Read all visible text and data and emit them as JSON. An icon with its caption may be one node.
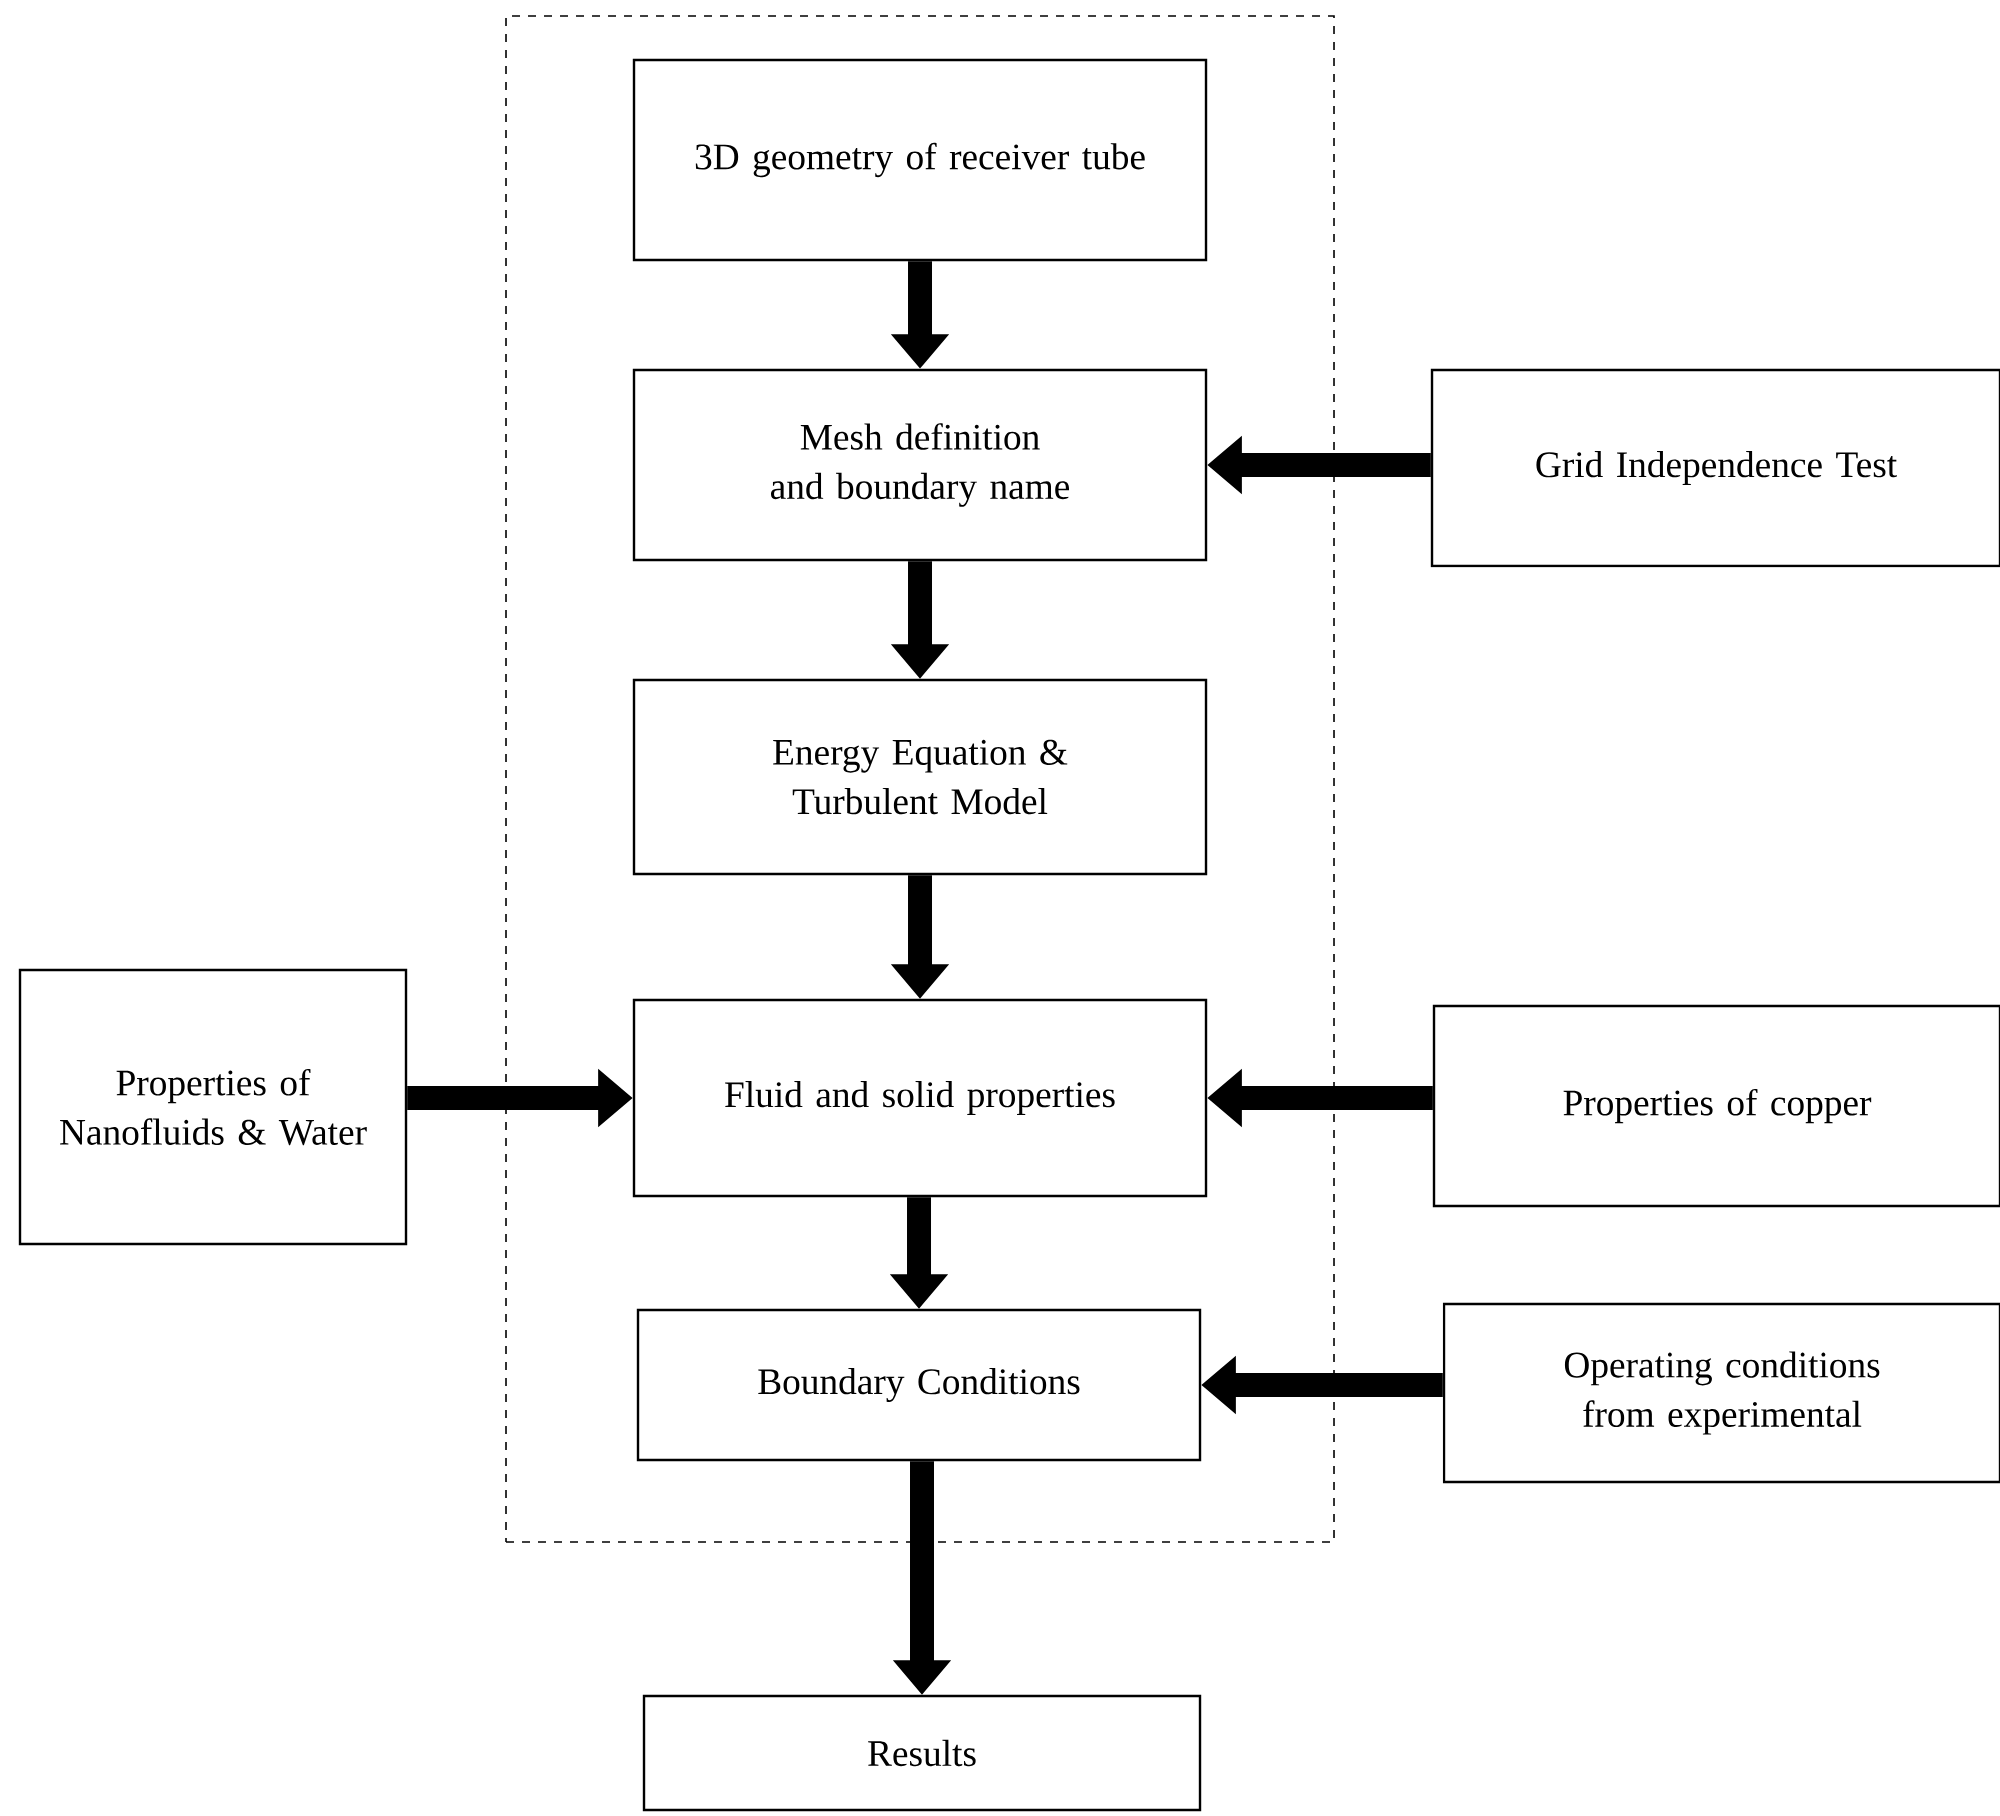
{
  "diagram": {
    "nodes": [
      {
        "text": [],
        "shape": "box"
      },
      {
        "text": [
          "3D geometry of receiver tube"
        ],
        "in": 0
      },
      {
        "text": [
          "Mesh definition and boundary name"
        ],
        "in": 0
      },
      {
        "text": [
          "Energy Equation & Turbulent Model"
        ],
        "in": 0
      },
      {
        "text": [
          "Fluid and solid properties"
        ],
        "in": 0
      },
      {
        "text": [
          "Boundary Conditions"
        ],
        "in": 0
      },
      {
        "text": [
          "Grid Independence Test"
        ]
      },
      {
        "text": [
          "Properties of Nanofluids & Water"
        ]
      },
      {
        "text": [
          "Properties of copper"
        ]
      },
      {
        "text": [
          "Operating conditions from experimental"
        ]
      },
      {
        "text": [
          "Results"
        ]
      }
    ],
    "edges": [
      {
        "from": 1,
        "to": 2,
        "arrow": "to"
      },
      {
        "from": 2,
        "to": 3,
        "arrow": "to"
      },
      {
        "from": 3,
        "to": 4,
        "arrow": "to"
      },
      {
        "from": 4,
        "to": 5,
        "arrow": "to"
      },
      {
        "from": 5,
        "to": 10,
        "arrow": "to"
      },
      {
        "from": 6,
        "to": 2,
        "arrow": "to"
      },
      {
        "from": 7,
        "to": 4,
        "arrow": "to"
      },
      {
        "from": 8,
        "to": 4,
        "arrow": "to"
      },
      {
        "from": 9,
        "to": 5,
        "arrow": "to"
      }
    ]
  }
}
